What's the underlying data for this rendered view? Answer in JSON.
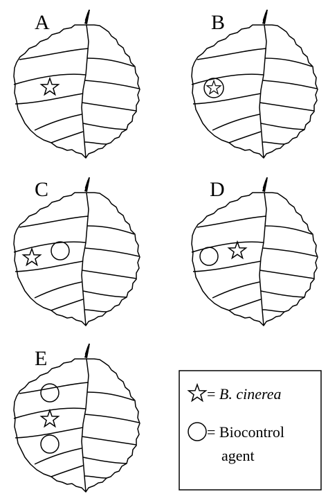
{
  "panels": [
    {
      "label": "A"
    },
    {
      "label": "B"
    },
    {
      "label": "C"
    },
    {
      "label": "D"
    },
    {
      "label": "E"
    }
  ],
  "legend": {
    "pathogen_prefix": "= ",
    "pathogen_name": "B. cinerea",
    "agent_line1": "= Biocontrol",
    "agent_line2": "agent"
  },
  "colors": {
    "stroke": "#000000",
    "background": "#ffffff"
  },
  "icons": {
    "pathogen": "star-icon",
    "agent": "circle-icon"
  }
}
